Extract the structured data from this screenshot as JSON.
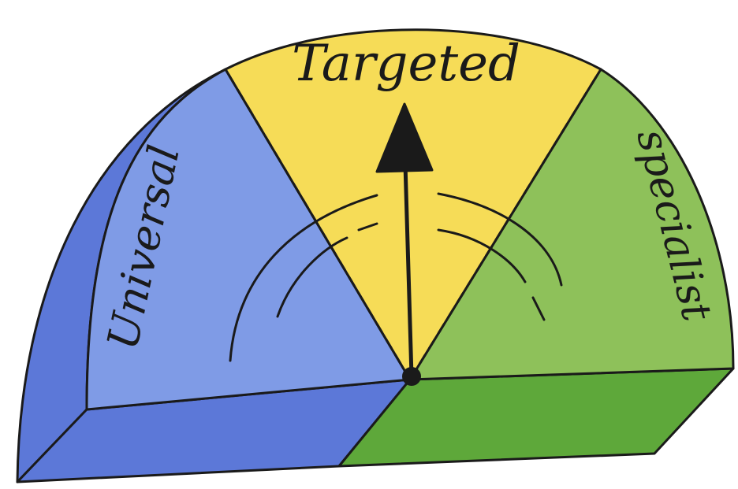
{
  "gauge": {
    "segments": [
      {
        "id": "universal",
        "label": "Universal",
        "color": "#7f9be6"
      },
      {
        "id": "targeted",
        "label": "Targeted",
        "color": "#f6dc57"
      },
      {
        "id": "specialist",
        "label": "Specialist",
        "color": "#8ec15a"
      }
    ],
    "needle_points_to": "Targeted",
    "colors": {
      "universal_front": "#5c78d8",
      "specialist_front": "#5ea83a",
      "outline": "#1a1a1a",
      "background": "#ffffff"
    }
  }
}
